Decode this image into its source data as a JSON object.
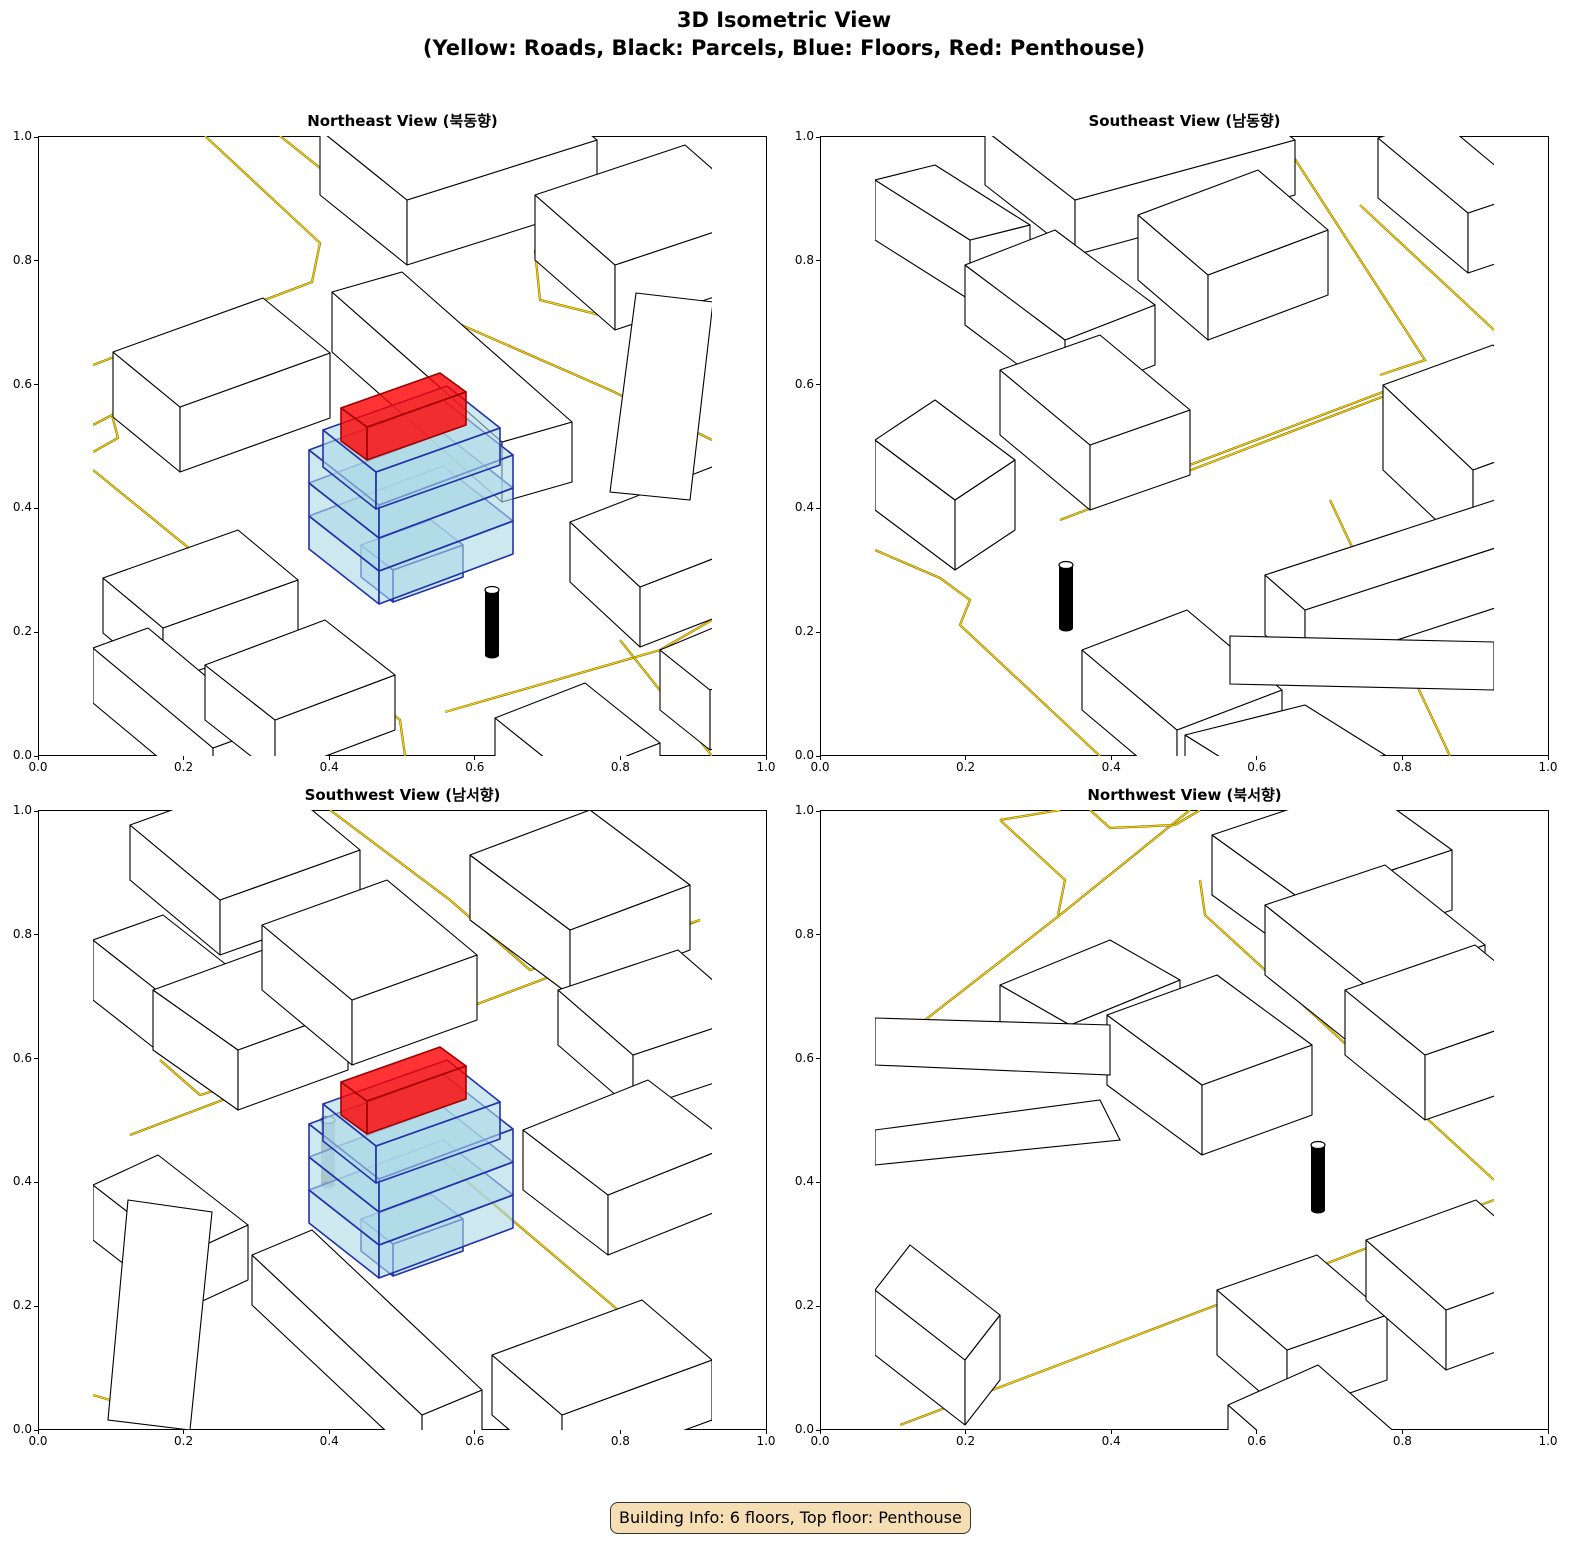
{
  "figure": {
    "title_line1": "3D Isometric View",
    "title_line2": "(Yellow: Roads, Black: Parcels, Blue: Floors, Red: Penthouse)"
  },
  "panels": [
    {
      "title": "Northeast View (북동향)"
    },
    {
      "title": "Southeast View (남동향)"
    },
    {
      "title": "Southwest View (남서향)"
    },
    {
      "title": "Northwest View (북서향)"
    }
  ],
  "axis_ticks": {
    "x": [
      "0.0",
      "0.2",
      "0.4",
      "0.6",
      "0.8",
      "1.0"
    ],
    "y": [
      "0.0",
      "0.2",
      "0.4",
      "0.6",
      "0.8",
      "1.0"
    ]
  },
  "building": {
    "floors": 6,
    "top_floor": "Penthouse"
  },
  "footer": {
    "info": "Building Info: 6 floors, Top floor: Penthouse"
  },
  "colors": {
    "roads": "#ffd700",
    "road_edge": "#6b5a00",
    "parcels": "#000000",
    "floors": "#add8e6",
    "floor_edge": "#2233aa",
    "penthouse": "#ff0000"
  }
}
